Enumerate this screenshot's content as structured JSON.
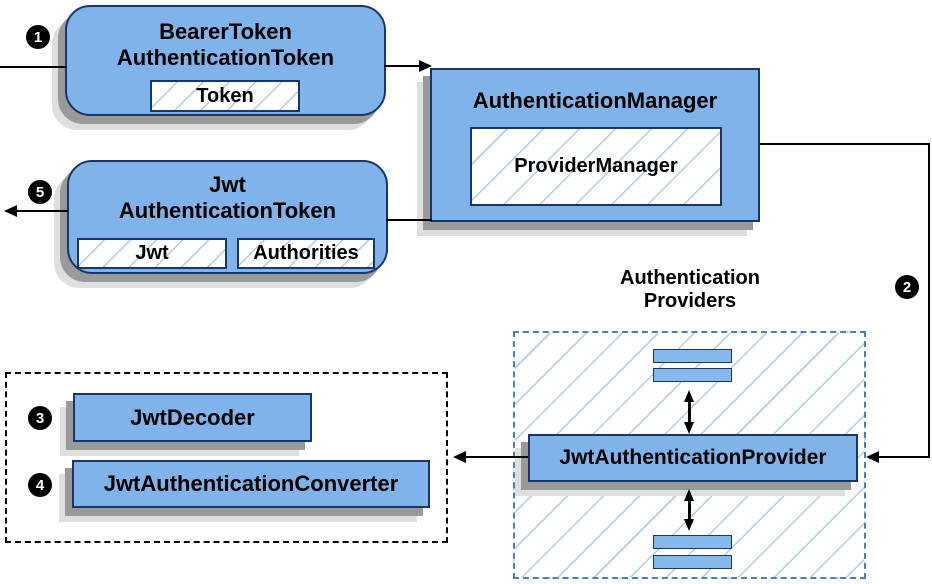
{
  "steps": {
    "s1": "1",
    "s2": "2",
    "s3": "3",
    "s4": "4",
    "s5": "5"
  },
  "nodes": {
    "bearer_token": {
      "title1": "BearerToken",
      "title2": "AuthenticationToken",
      "field_token": "Token"
    },
    "authentication_manager": {
      "title": "AuthenticationManager",
      "field_provider_manager": "ProviderManager"
    },
    "jwt_authentication_token": {
      "title1": "Jwt",
      "title2": "AuthenticationToken",
      "field_jwt": "Jwt",
      "field_authorities": "Authorities"
    },
    "providers_group": {
      "label1": "Authentication",
      "label2": "Providers"
    },
    "jwt_authentication_provider": {
      "title": "JwtAuthenticationProvider"
    },
    "jwt_decoder": {
      "title": "JwtDecoder"
    },
    "jwt_authentication_converter": {
      "title": "JwtAuthenticationConverter"
    }
  },
  "colors": {
    "canvas-bg": "#FFFFFF",
    "node-fill": "#7FB3EA",
    "node-border": "#1A3668",
    "bar-fill": "#85B9EC",
    "hatch-line": "#A9CBEC",
    "providers-border": "#4A7EBB",
    "converters-border": "#000000",
    "arrow": "#000000",
    "shadow-dark": "#9A9A9A",
    "shadow-light": "#DEDEDE"
  }
}
